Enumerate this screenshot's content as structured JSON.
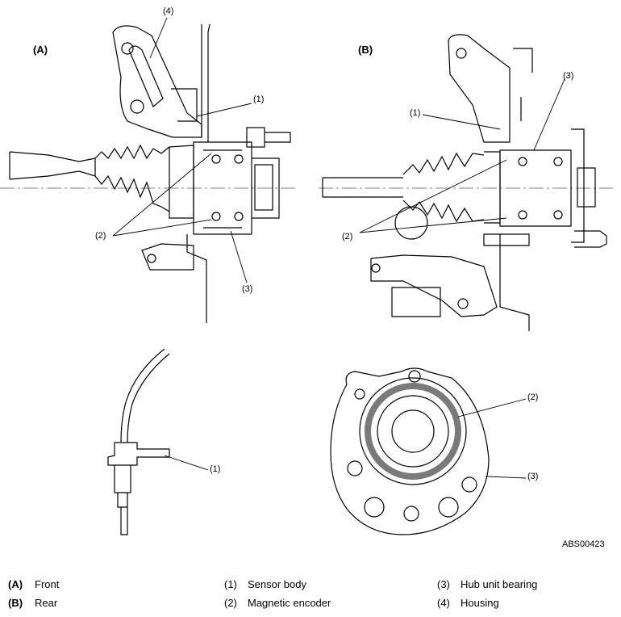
{
  "panels": {
    "front_label": "(A)",
    "rear_label": "(B)"
  },
  "callouts": {
    "front_4": "(4)",
    "front_1": "(1)",
    "front_2": "(2)",
    "front_3": "(3)",
    "rear_3": "(3)",
    "rear_1": "(1)",
    "rear_2": "(2)",
    "sensor_1": "(1)",
    "hub_2": "(2)",
    "hub_3": "(3)"
  },
  "figure_id": "ABS00423",
  "legend": [
    {
      "key": "(A)",
      "value": "Front"
    },
    {
      "key": "(B)",
      "value": "Rear"
    },
    {
      "key": "(1)",
      "value": "Sensor body"
    },
    {
      "key": "(2)",
      "value": "Magnetic encoder"
    },
    {
      "key": "(3)",
      "value": "Hub unit bearing"
    },
    {
      "key": "(4)",
      "value": "Housing"
    }
  ]
}
